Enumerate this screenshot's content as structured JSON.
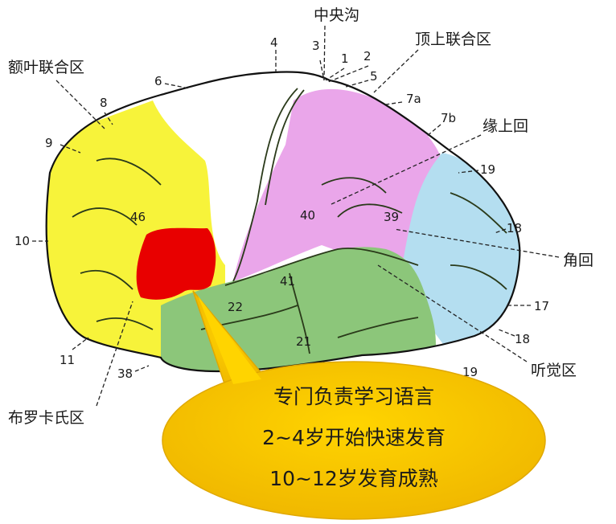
{
  "region_labels": {
    "central_sulcus": "中央沟",
    "superior_parietal": "顶上联合区",
    "prefrontal": "额叶联合区",
    "supramarginal": "缘上回",
    "angular": "角回",
    "auditory": "听觉区",
    "broca": "布罗卡氏区"
  },
  "area_numbers": {
    "a4": "4",
    "a3": "3",
    "a1": "1",
    "a2": "2",
    "a5": "5",
    "a6": "6",
    "a8": "8",
    "a9": "9",
    "a10": "10",
    "a11": "11",
    "a38": "38",
    "a46": "46",
    "a7a": "7a",
    "a7b": "7b",
    "a19top": "19",
    "a40": "40",
    "a39": "39",
    "a18top": "18",
    "a41": "41",
    "a22": "22",
    "a21": "21",
    "a17": "17",
    "a18bot": "18",
    "a19bot": "19"
  },
  "callout": {
    "line1": "专门负责学习语言",
    "line2": "2~4岁开始快速发育",
    "line3": "10~12岁发育成熟"
  },
  "colors": {
    "frontal": "#f7f33a",
    "broca": "#e80000",
    "parietal": "#eaa6ea",
    "temporal": "#8cc67a",
    "occipital": "#b4def0",
    "callout": "#f6c400"
  }
}
